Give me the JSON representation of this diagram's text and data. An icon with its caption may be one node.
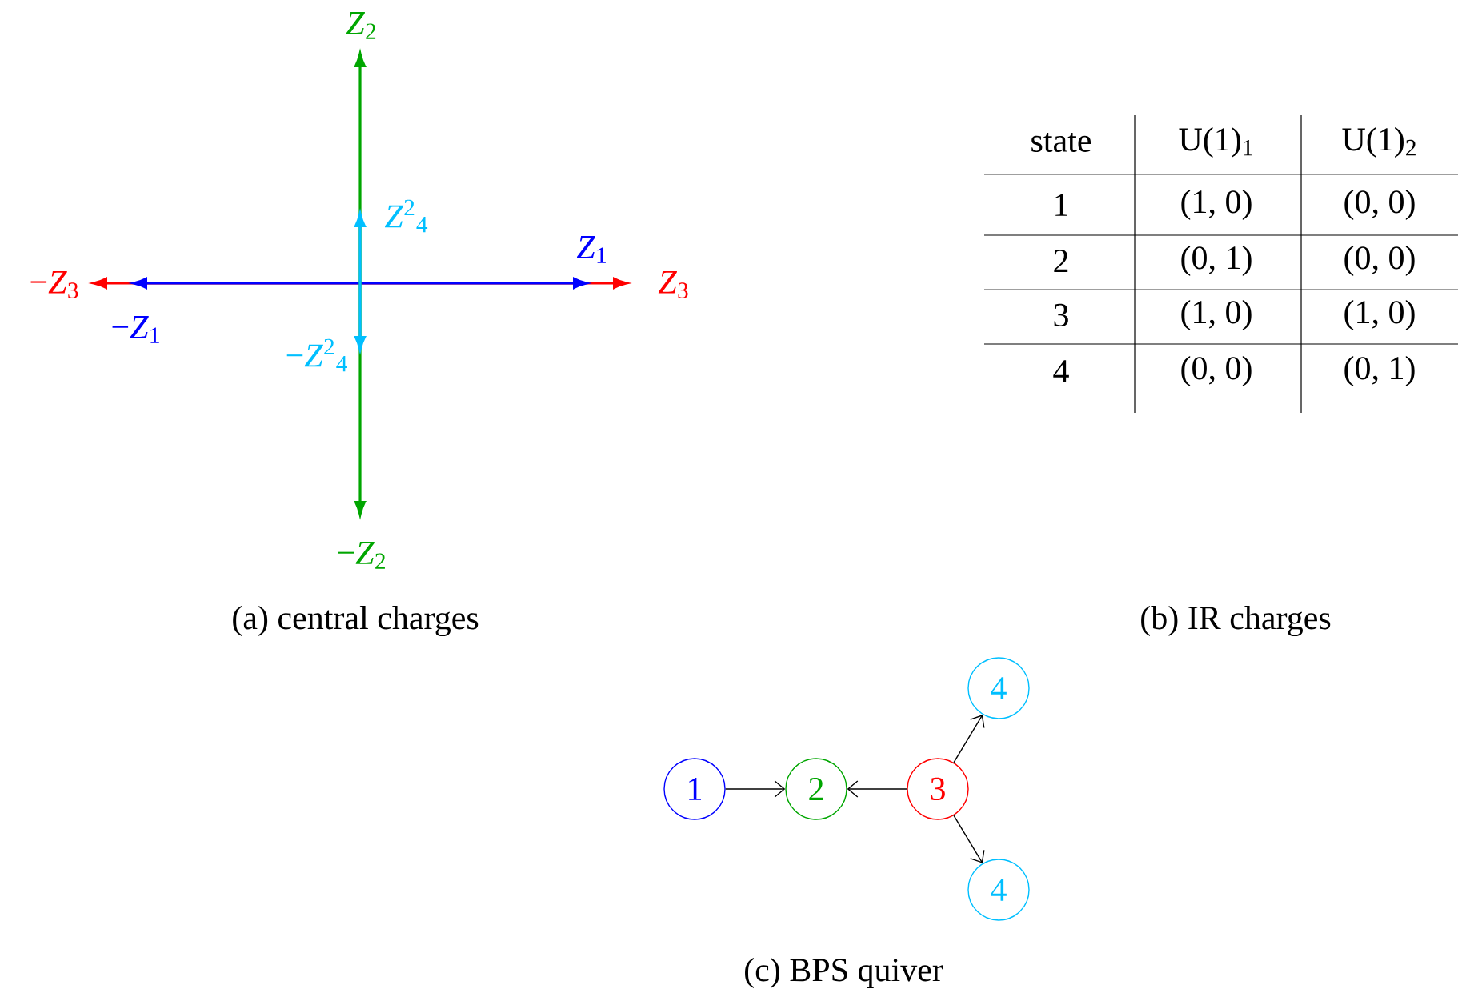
{
  "diagram": {
    "nodes": [
      {
        "text": [
          "1"
        ]
      },
      {
        "text": [
          "2"
        ]
      },
      {
        "text": [
          "3"
        ]
      },
      {
        "text": [
          "4"
        ]
      },
      {
        "text": [
          "4"
        ]
      }
    ],
    "edges": [
      {
        "from": 0,
        "to": 1,
        "arrow": "to"
      },
      {
        "from": 2,
        "to": 1,
        "arrow": "to"
      },
      {
        "from": 2,
        "to": 3,
        "arrow": "to"
      },
      {
        "from": 2,
        "to": 4,
        "arrow": "to"
      }
    ],
    "labels": [
      "*Z*$_{2}$",
      "*Z*$^{2}$$_{4}$",
      "*Z*$_{1}$",
      "−*Z*$_{3}$",
      "*Z*$_{3}$",
      "−*Z*$_{1}$",
      "−*Z*$^{2}$$_{4}$",
      "−*Z*$_{2}$",
      "(a) central charges",
      "state",
      "U(1)$_{1}$",
      "U(1)$_{2}$",
      "1",
      "(1, 0)",
      "(0, 0)",
      "2",
      "(0, 1)",
      "(0, 0)",
      "3",
      "(1, 0)",
      "(1, 0)",
      "4",
      "(0, 0)",
      "(0, 1)",
      "(b) IR charges",
      "(c) BPS quiver"
    ]
  }
}
